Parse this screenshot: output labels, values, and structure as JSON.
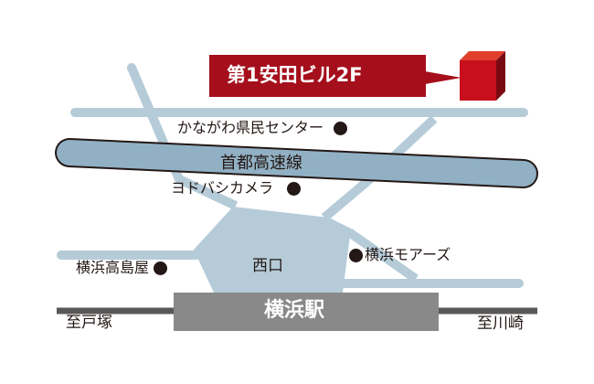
{
  "destination": {
    "label": "第1安田ビル2F",
    "color": "#a50f1c"
  },
  "expressway": {
    "label": "首都高速線"
  },
  "station": {
    "label": "横浜駅",
    "exit": "西口"
  },
  "directions": {
    "left": "至戸塚",
    "right": "至川崎"
  },
  "landmarks": [
    {
      "name": "かながわ県民センター"
    },
    {
      "name": "ヨドバシカメラ"
    },
    {
      "name": "横浜高島屋"
    },
    {
      "name": "横浜モアーズ"
    }
  ],
  "colors": {
    "road": "#b5cbd8",
    "expressway": "#91b0c4",
    "station": "#898989",
    "rail": "#595757"
  }
}
